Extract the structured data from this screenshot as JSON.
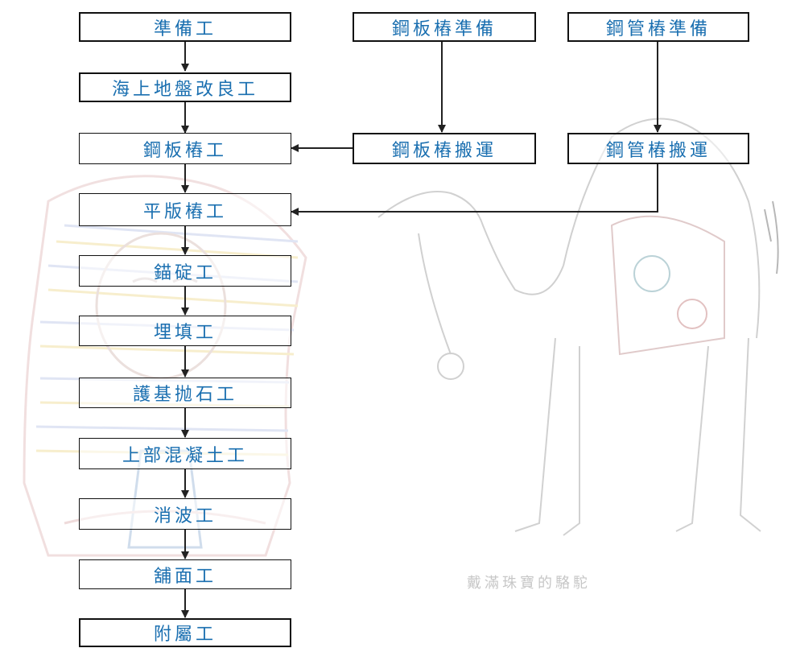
{
  "nodes": {
    "prep": "準備工",
    "ground_improve": "海上地盤改良工",
    "sheet_pile_prep": "鋼板樁準備",
    "pipe_pile_prep": "鋼管樁準備",
    "sheet_pile_work": "鋼板樁工",
    "sheet_pile_transport": "鋼板樁搬運",
    "pipe_pile_transport": "鋼管樁搬運",
    "flat_pile_work": "平版樁工",
    "anchor_work": "錨碇工",
    "backfill_work": "埋填工",
    "riprap_work": "護基抛石工",
    "upper_concrete_work": "上部混凝土工",
    "wave_dissipation_work": "消波工",
    "paving_work": "舖面工",
    "ancillary_work": "附屬工"
  },
  "background": {
    "caption": "戴滿珠寶的駱駝"
  },
  "colors": {
    "node_text": "#1a6fb0",
    "border": "#111111",
    "arrow": "#222222"
  }
}
